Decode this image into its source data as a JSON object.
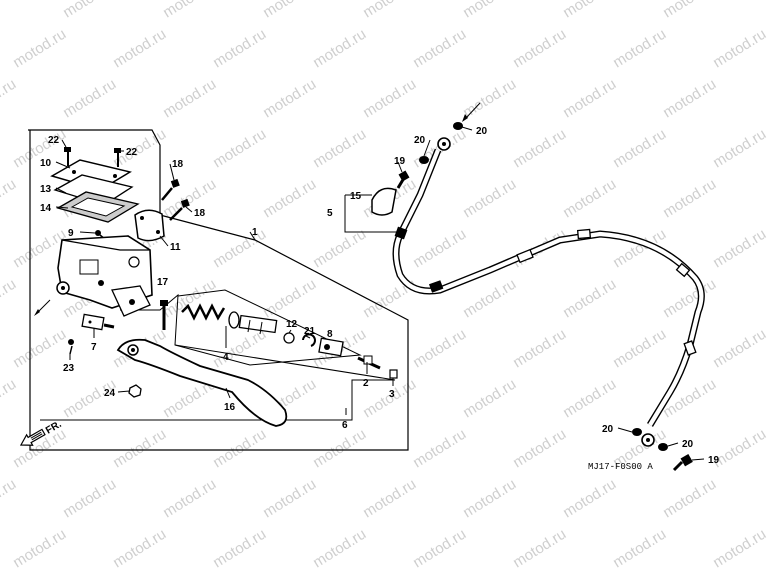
{
  "watermark": "motod.ru",
  "diagram_code": "MJ17-F0S00 A",
  "direction_label": "FR.",
  "callouts": {
    "c22a": "22",
    "c22b": "22",
    "c10": "10",
    "c13": "13",
    "c14": "14",
    "c18a": "18",
    "c18b": "18",
    "c9": "9",
    "c11": "11",
    "c1": "1",
    "c17": "17",
    "c7": "7",
    "c23": "23",
    "c4": "4",
    "c12": "12",
    "c21": "21",
    "c8": "8",
    "c2": "2",
    "c3": "3",
    "c24": "24",
    "c16": "16",
    "c6": "6",
    "c15": "15",
    "c5": "5",
    "c19a": "19",
    "c20a": "20",
    "c20b": "20",
    "c20c": "20",
    "c20d": "20",
    "c19b": "19"
  }
}
